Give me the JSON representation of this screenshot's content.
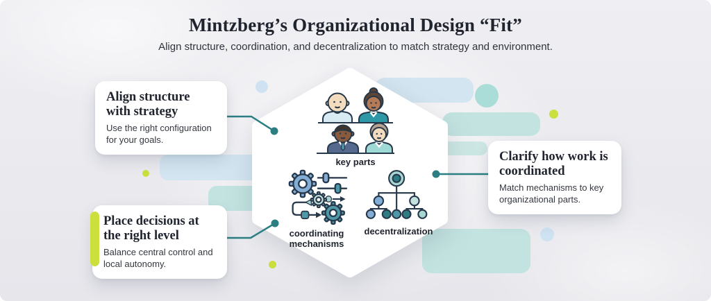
{
  "header": {
    "title": "Mintzberg’s Organizational Design “Fit”",
    "subtitle": "Align structure, coordination, and decentralization to match strategy and environment."
  },
  "hexagon": {
    "items": [
      {
        "icon": "people-group-icon",
        "label": "key parts"
      },
      {
        "icon": "gears-flow-icon",
        "label": "coordinating mechanisms"
      },
      {
        "icon": "hierarchy-tree-icon",
        "label": "decentralization"
      }
    ]
  },
  "cards": [
    {
      "heading": "Align structure with strategy",
      "body": "Use the right configuration for your goals."
    },
    {
      "heading": "Clarify how work is coordinated",
      "body": "Match mechanisms to key organizational parts."
    },
    {
      "heading": "Place decisions at the right level",
      "body": "Balance central control and local autonomy."
    }
  ],
  "colors": {
    "bg_top": "#efeff3",
    "bg_bottom": "#e6e6eb",
    "ink": "#20242e",
    "subtitle_ink": "#2e323b",
    "body_ink": "#34383f",
    "connector": "#2b7e81",
    "accent_lime": "#cbe03c",
    "shape_blue": "#d3e5f0",
    "shape_blue_circle": "#cfe2f1",
    "shape_teal": "#c2e3e0",
    "shape_teal_circle": "#aaddd7",
    "icon_outline": "#26384a",
    "icon_blue": "#84add5",
    "icon_teal": "#4f98a8",
    "icon_teal_deep": "#2f7d84",
    "icon_teal_light": "#a9d6d3",
    "icon_teal_pale": "#c4e3df",
    "icon_navy": "#55688e",
    "skin_light": "#f3dcbe",
    "skin_medium": "#b57a56",
    "skin_dark": "#8a5a3e",
    "hair_dark": "#5c4436",
    "hair_brown": "#3f342c",
    "hair_light": "#b7a18f",
    "shirt_light_blue": "#d8ebf3",
    "shirt_teal": "#2f98a6",
    "shirt_teal_light": "#9ed9d5"
  }
}
